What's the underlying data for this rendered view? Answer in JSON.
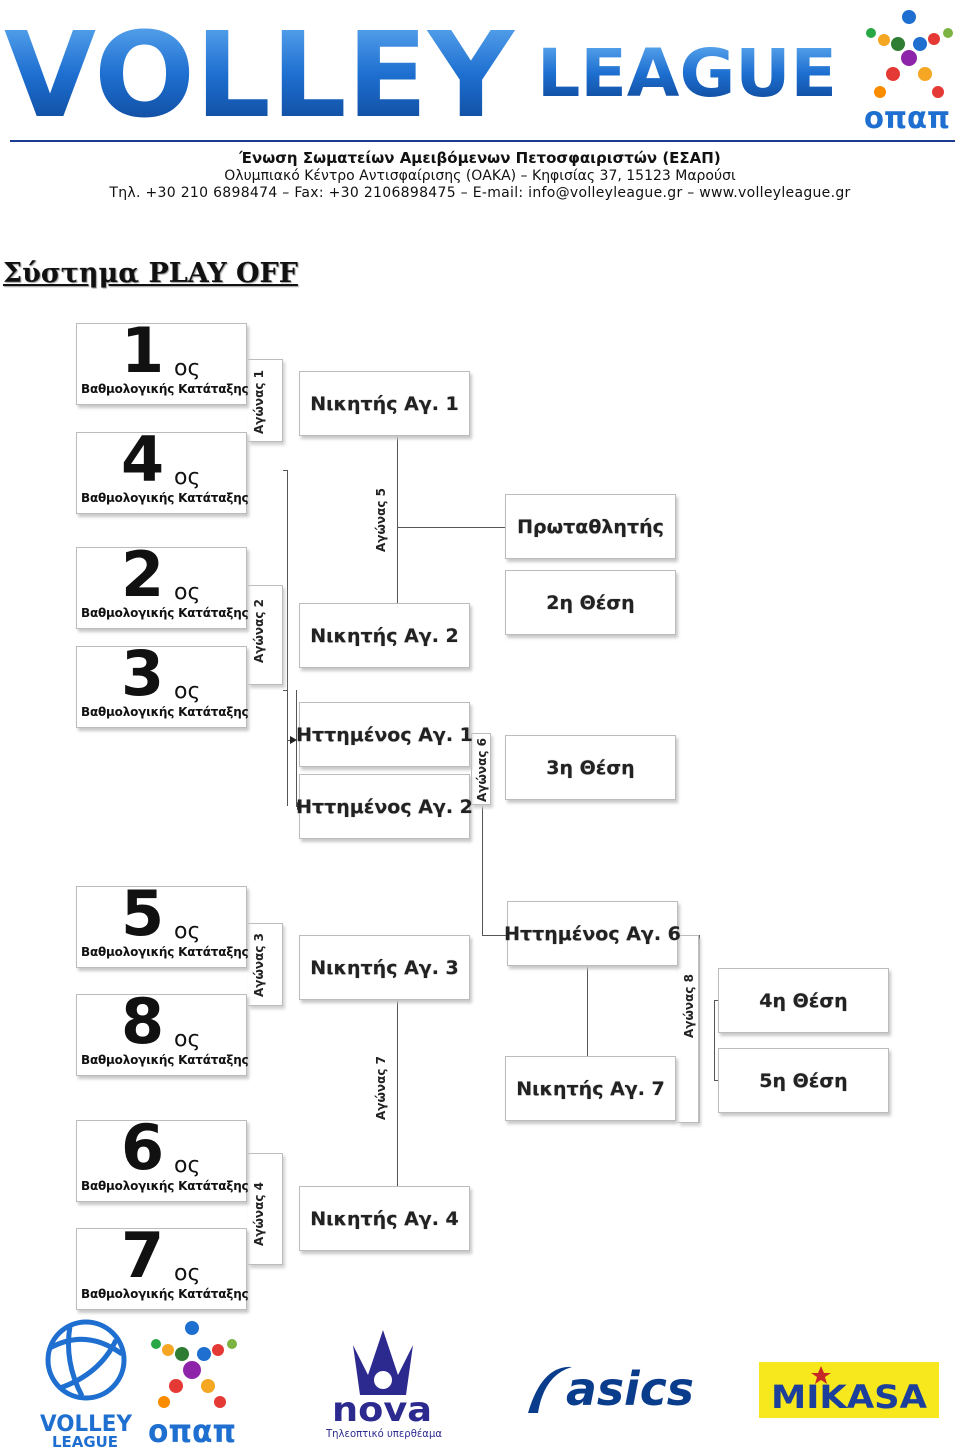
{
  "header": {
    "logo_text_main": "VOLLEY",
    "logo_text_sub": "LEAGUE",
    "sponsor_logo_text": "οπαπ",
    "org_line": "Ένωση Σωματείων Αμειβόμενων Πετοσφαιριστών (ΕΣΑΠ)",
    "address_line": "Ολυμπιακό Κέντρο Αντισφαίρισης (ΟΑΚΑ) – Κηφισίας 37, 15123 Μαρούσι",
    "contact_line": "Τηλ. +30 210 6898474 – Fax: +30 2106898475 – E-mail: info@volleyleague.gr – www.volleyleague.gr",
    "brand_color": "#1e6fcf"
  },
  "title": "Σύστημα PLAY OFF",
  "seed_caption": "Βαθμολογικής Κατάταξης",
  "seed_suffix": "ος",
  "seeds": [
    "1",
    "4",
    "2",
    "3",
    "5",
    "8",
    "6",
    "7"
  ],
  "matches": {
    "m1": "Αγώνας 1",
    "m2": "Αγώνας 2",
    "m3": "Αγώνας 3",
    "m4": "Αγώνας 4",
    "m5": "Αγώνας 5",
    "m6": "Αγώνας 6",
    "m7": "Αγώνας 7",
    "m8": "Αγώνας 8"
  },
  "boxes": {
    "w1": "Νικητής Αγ. 1",
    "w2": "Νικητής Αγ. 2",
    "l1": "Ηττημένος Αγ. 1",
    "l2": "Ηττημένος Αγ. 2",
    "champion": "Πρωταθλητής",
    "second": "2η Θέση",
    "third": "3η Θέση",
    "w3": "Νικητής Αγ. 3",
    "w4": "Νικητής Αγ. 4",
    "l6": "Ηττημένος Αγ. 6",
    "w7": "Νικητής Αγ. 7",
    "fourth": "4η Θέση",
    "fifth": "5η Θέση"
  },
  "sponsors": {
    "volley_league_1": "VOLLEY",
    "volley_league_2": "LEAGUE",
    "opap": "οπαπ",
    "nova": "nova",
    "nova_tagline": "Τηλεοπτικό υπερθέαμα",
    "asics": "asics",
    "mikasa": "MIKASA"
  }
}
